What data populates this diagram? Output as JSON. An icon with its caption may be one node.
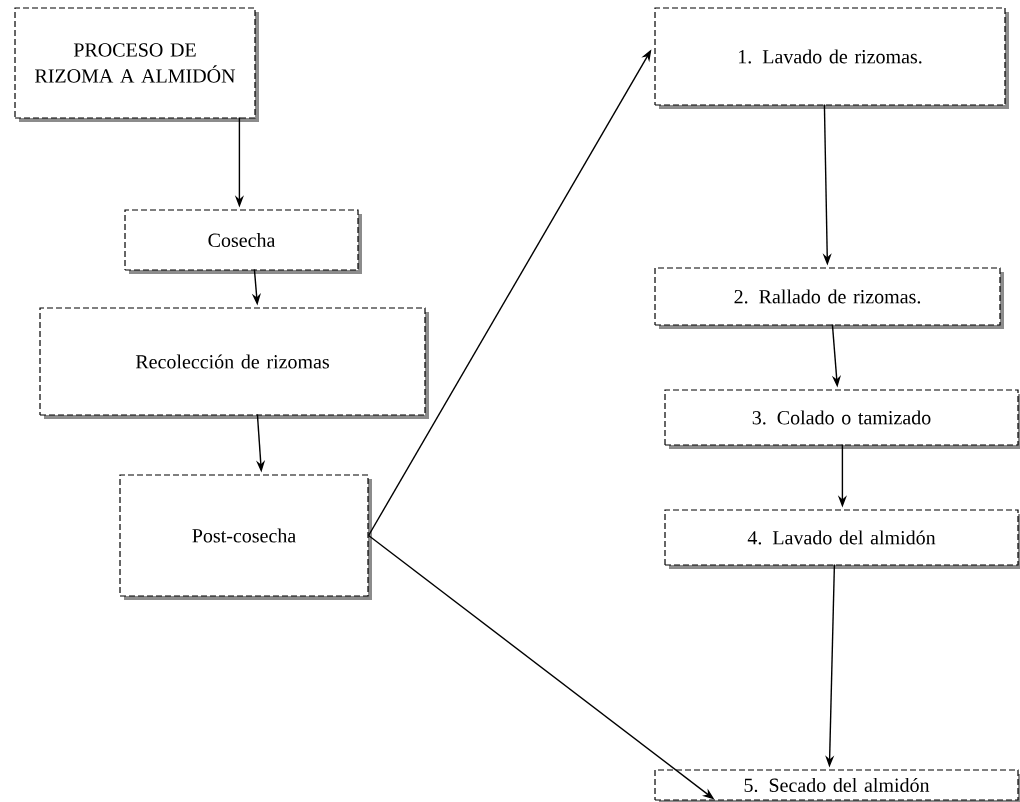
{
  "diagram": {
    "nodes": [
      {
        "text": [
          "PROCESO DE RIZOMA A ALMIDÓN"
        ]
      },
      {
        "text": [
          "Cosecha"
        ]
      },
      {
        "text": [
          "Recolección de rizomas"
        ]
      },
      {
        "text": [
          "Post-cosecha"
        ]
      },
      {
        "text": [
          "1. Lavado de rizomas."
        ]
      },
      {
        "text": [
          "2. Rallado de rizomas."
        ]
      },
      {
        "text": [
          "3. Colado o tamizado"
        ]
      },
      {
        "text": [
          "4. Lavado del almidón"
        ]
      },
      {
        "text": [
          "5. Secado del almidón"
        ]
      }
    ],
    "edges": [
      {
        "from": 0,
        "to": 1,
        "arrow": "to"
      },
      {
        "from": 1,
        "to": 2,
        "arrow": "to"
      },
      {
        "from": 2,
        "to": 3,
        "arrow": "to"
      },
      {
        "from": 3,
        "to": 4,
        "arrow": "to"
      },
      {
        "from": 3,
        "to": 8,
        "arrow": "to"
      },
      {
        "from": 4,
        "to": 5,
        "arrow": "to"
      },
      {
        "from": 5,
        "to": 6,
        "arrow": "to"
      },
      {
        "from": 6,
        "to": 7,
        "arrow": "to"
      },
      {
        "from": 7,
        "to": 8,
        "arrow": "to"
      }
    ]
  }
}
